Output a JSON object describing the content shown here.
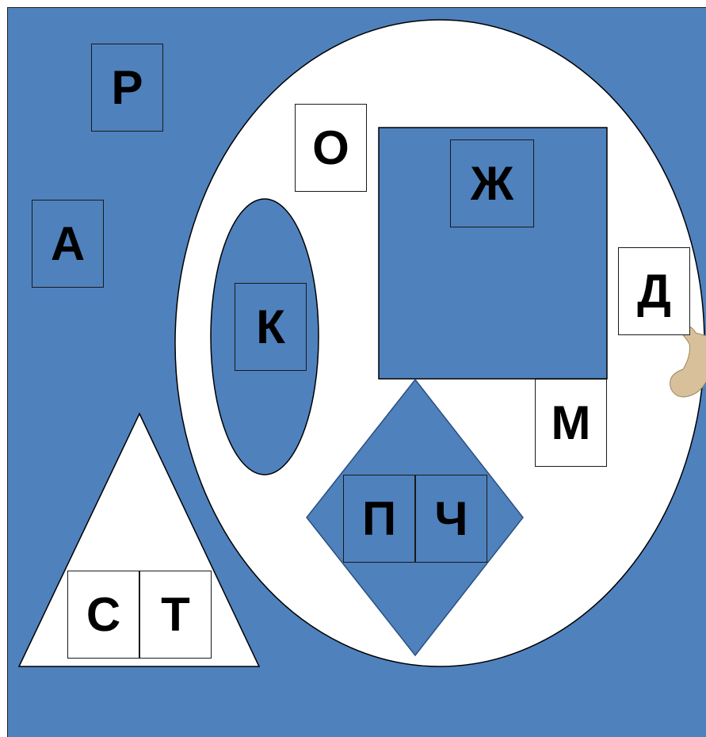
{
  "colors": {
    "background": "#4f81bd",
    "region_fill": "#ffffff",
    "inner_fill": "#4f81bd",
    "outline": "#1a1a1a",
    "figure": "#d8c19a"
  },
  "letters": {
    "r": "Р",
    "a": "А",
    "o": "О",
    "zh": "Ж",
    "d": "Д",
    "k": "К",
    "m": "М",
    "p": "П",
    "ch": "Ч",
    "s": "С",
    "t": "Т"
  },
  "figure_icon": "pointing-hand-icon"
}
